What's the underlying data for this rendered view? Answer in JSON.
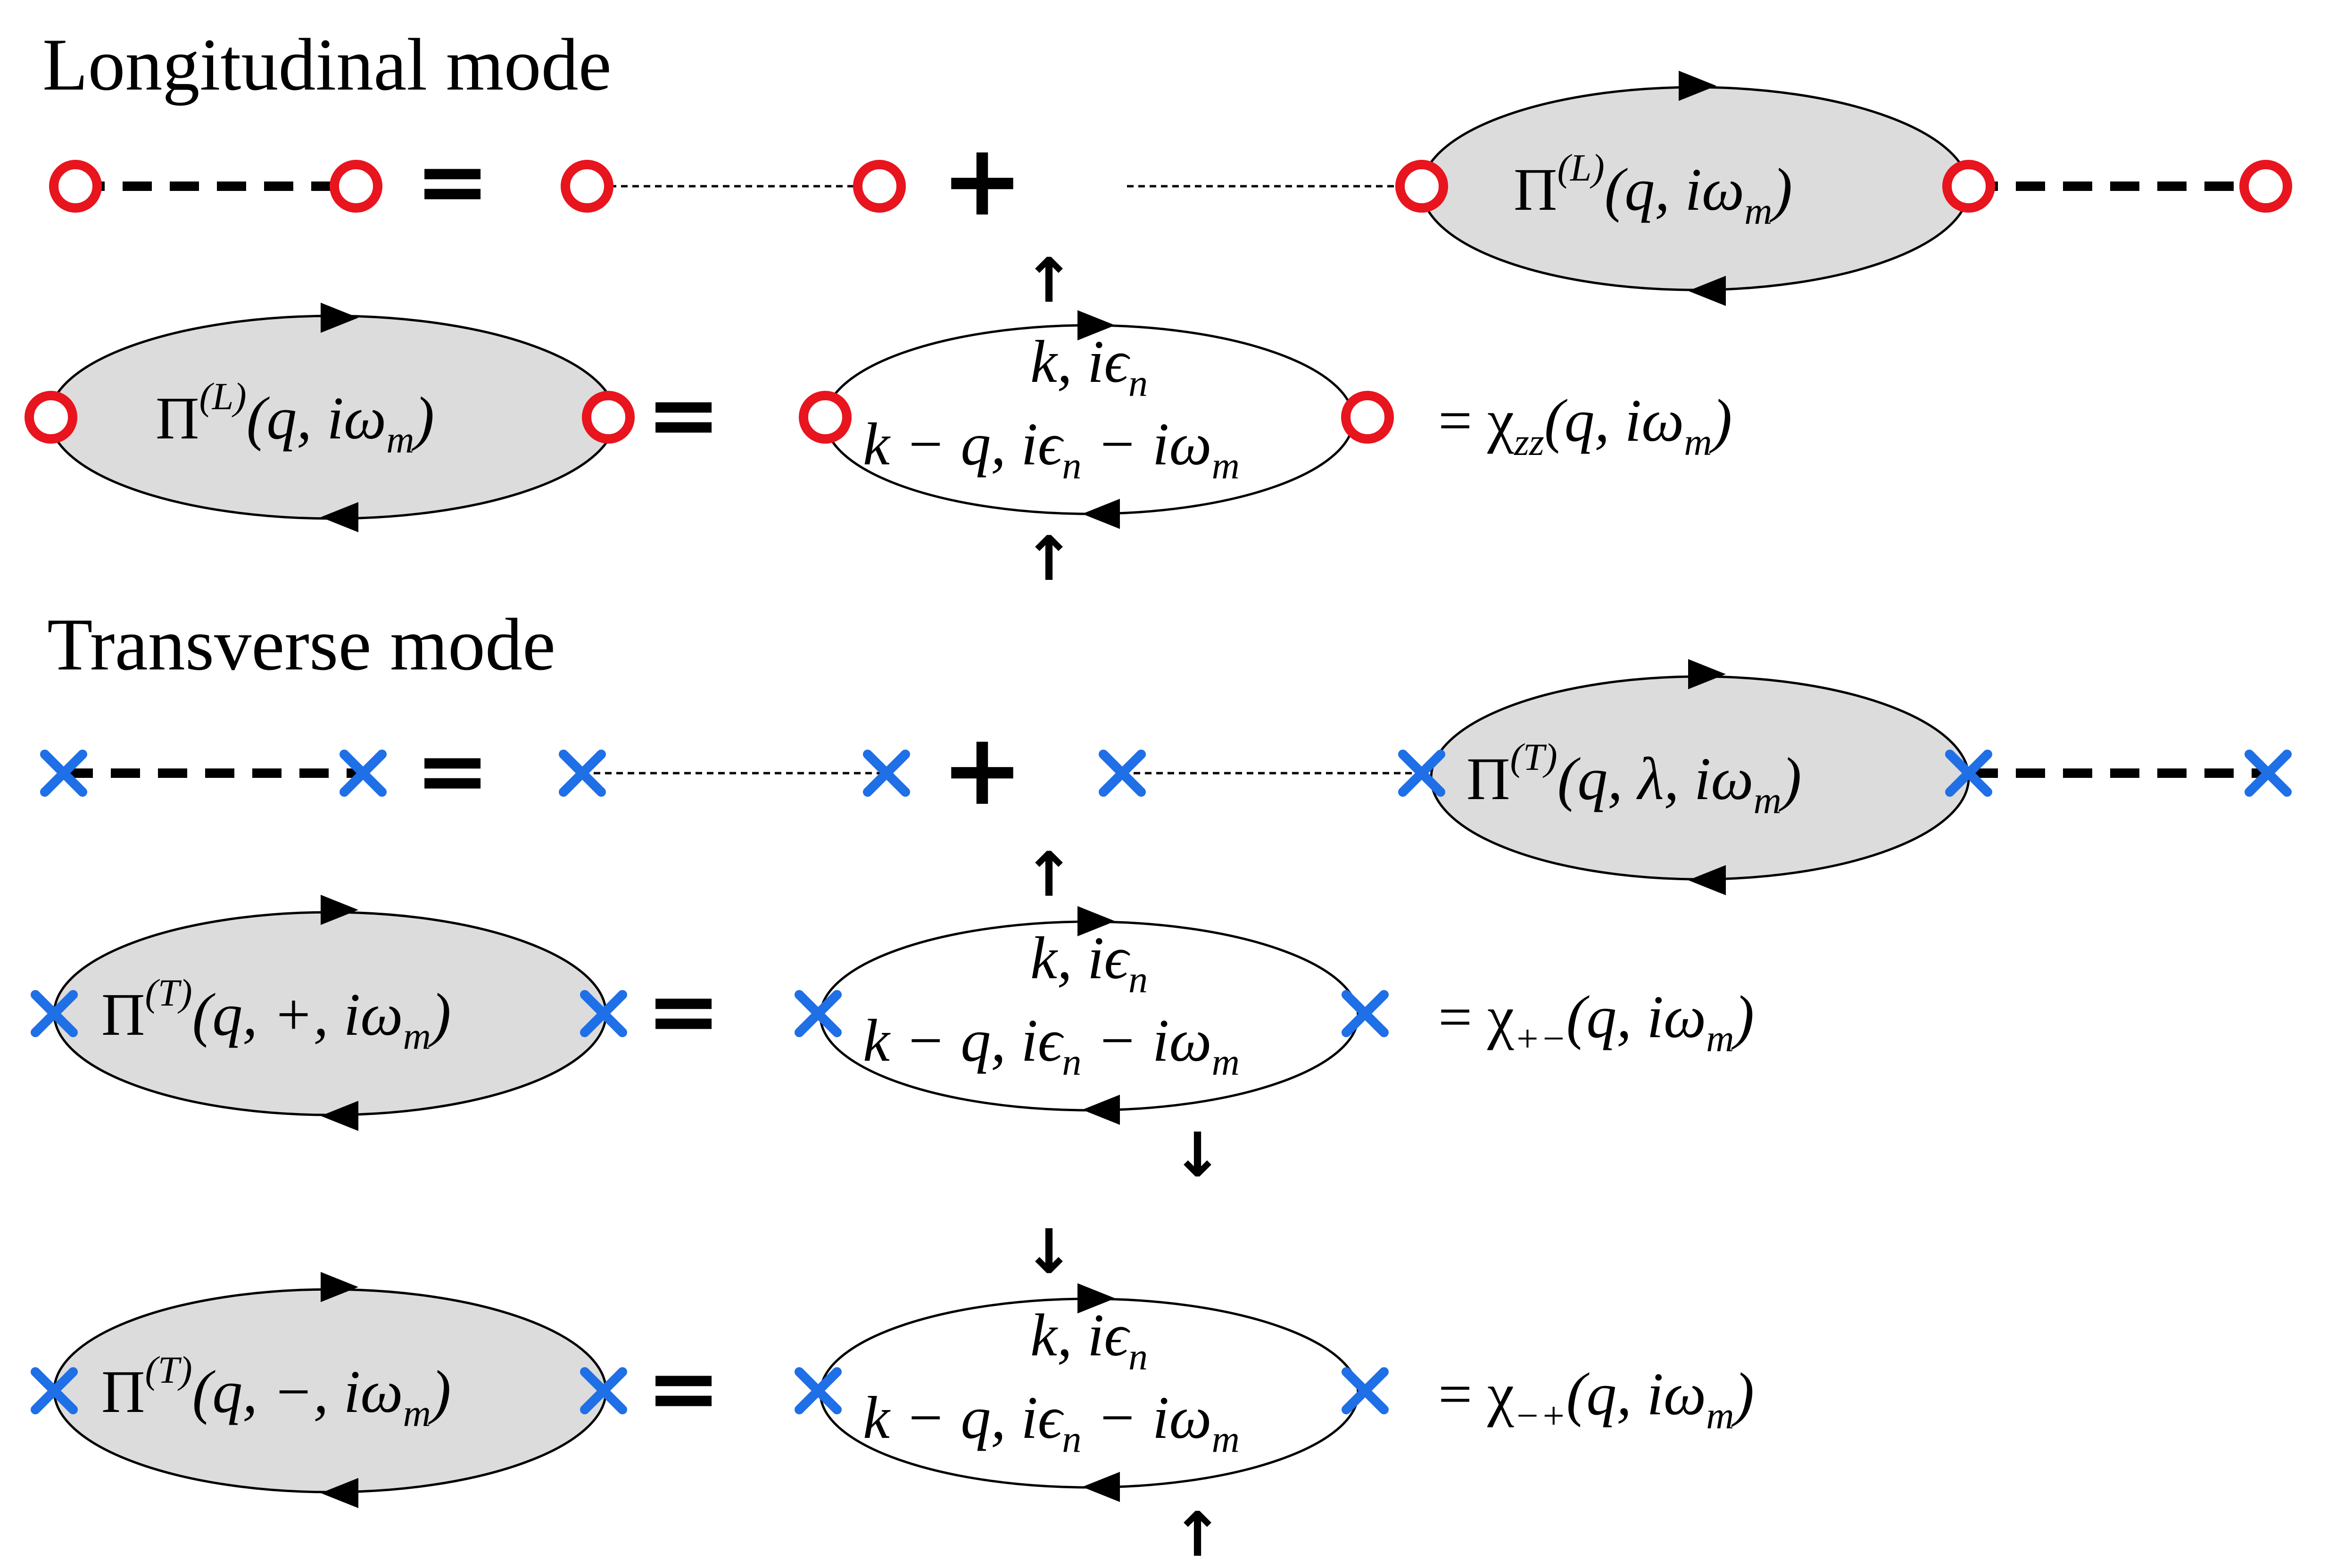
{
  "sections": [
    {
      "title": "Longitudinal mode",
      "vertex": "circle",
      "dyson": {
        "bubble_label": "Π(L)(q, iωm)"
      },
      "polarization": [
        {
          "lhs_label": "Π(L)(q, iωm)",
          "loop_top": "k, iεn",
          "loop_bottom": "k − q, iεn − iωm",
          "rhs": "= χzz(q, iωm)",
          "spin_top": "↑",
          "spin_bottom": "↑"
        }
      ]
    },
    {
      "title": "Transverse mode",
      "vertex": "cross",
      "dyson": {
        "bubble_label": "Π(T)(q, λ, iωm)"
      },
      "polarization": [
        {
          "lhs_label": "Π(T)(q, +, iωm)",
          "loop_top": "k, iεn",
          "loop_bottom": "k − q, iεn − iωm",
          "rhs": "= χ+−(q, iωm)",
          "spin_top": "↑",
          "spin_bottom": "↓"
        },
        {
          "lhs_label": "Π(T)(q, −, iωm)",
          "loop_top": "k, iεn",
          "loop_bottom": "k − q, iεn − iωm",
          "rhs": "= χ−+(q, iωm)",
          "spin_top": "↓",
          "spin_bottom": "↑"
        }
      ]
    }
  ],
  "symbols": {
    "equals": "=",
    "plus": "+"
  },
  "colors": {
    "circle_vertex": "#e8141e",
    "cross_vertex": "#1f6fe6",
    "bubble_fill": "#dcdcdc",
    "line": "#000000"
  }
}
